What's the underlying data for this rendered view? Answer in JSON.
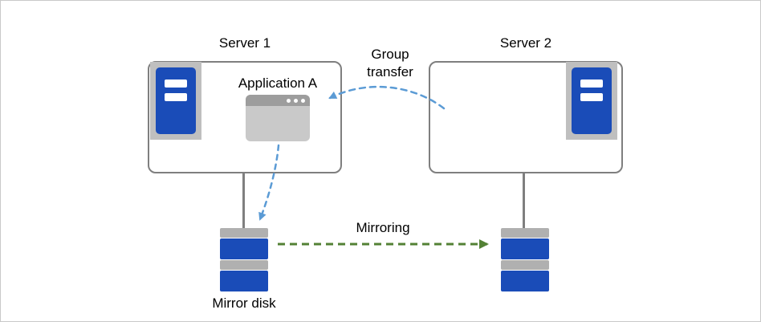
{
  "labels": {
    "server1": "Server 1",
    "server2": "Server 2",
    "application": "Application A",
    "group_transfer": "Group transfer",
    "mirroring": "Mirroring",
    "mirror_disk": "Mirror disk"
  },
  "icons": {
    "server": "server-tower-icon",
    "app_window": "application-window-icon",
    "disk": "mirror-disk-icon"
  },
  "colors": {
    "server_box_border": "#7f7f7f",
    "icon_tray_gray": "#bfbfbf",
    "server_blue": "#1a4cb8",
    "app_window_body": "#c9c9c9",
    "app_window_titlebar": "#9d9d9d",
    "connector_gray": "#7f7f7f",
    "disk_gray": "#b0b0b0",
    "disk_blue": "#1a4cb8",
    "arrow_blue": "#5b9bd5",
    "arrow_green": "#538135"
  }
}
